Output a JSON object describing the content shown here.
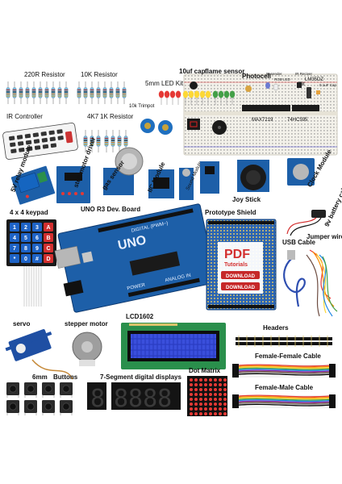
{
  "labels": {
    "r220": "220R Resistor",
    "r10k": "10K Resistor",
    "r4k7": "4K7",
    "r1k": "1K Resistor",
    "ir_controller": "IR Controller",
    "led_kit": "5mm LED Kit",
    "cap": "10uf cap.",
    "flame": "flame sensor",
    "photocell": "Photocell",
    "ir_sender": "IR sender",
    "rgb_led": "RGB LED",
    "ir_receiver": "IR Reciver",
    "lm35dz": "LM35DZ",
    "tilt": "Tilt",
    "cap01": "0.1uF Cap",
    "trimpot": "10k Trimpot",
    "max7219": "MAX7219",
    "hc595": "74HC595",
    "relay": "5V relay module",
    "stepdriver": "step motor driver",
    "gas": "gas sensor",
    "iic": "IIC Module",
    "sound": "Sound Module",
    "joystick": "Joy Stick",
    "clock": "Clock Module",
    "keypad": "4 x 4 keypad",
    "uno_board": "UNO R3 Dev. Board",
    "proto": "Prototype Shield",
    "battery": "9v battery cable",
    "usb": "USB Cable",
    "jumper": "Jumper wires",
    "servo": "servo",
    "stepper": "stepper motor",
    "lcd": "LCD1602",
    "headers": "Headers",
    "ff": "Female-Female Cable",
    "fm": "Female-Male Cable",
    "buttons_qty": "6mm",
    "buttons": "Buttons",
    "seg7": "7-Segment digital displays",
    "dotmatrix": "Dot Matrix",
    "uno_logo": "UNO",
    "pdf": "PDF",
    "tutorials": "Tutorials",
    "download": "DOWNLOAD",
    "digital": "DIGITAL (PWM~)",
    "power": "POWER",
    "analog": "ANALOG IN",
    "seg_single": "8",
    "seg_four": "8888"
  },
  "keypad_keys": [
    "1",
    "2",
    "3",
    "A",
    "4",
    "5",
    "6",
    "B",
    "7",
    "8",
    "9",
    "C",
    "*",
    "0",
    "#",
    "D"
  ],
  "colors": {
    "pcb_blue": "#1d5fa8",
    "pcb_dark": "#143c75",
    "resistor_body": "#7fb7d9",
    "red_label": "#c0392b",
    "lcd_screen": "#2a3cc2"
  }
}
